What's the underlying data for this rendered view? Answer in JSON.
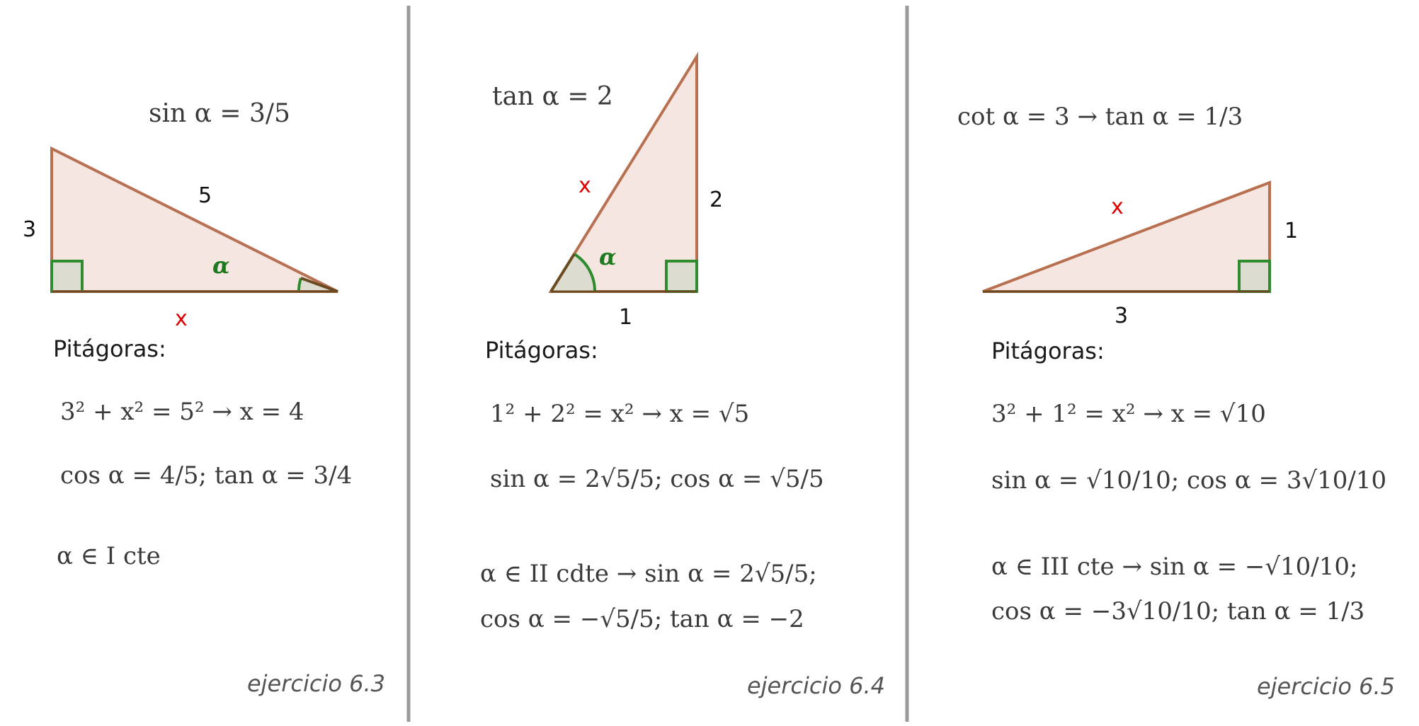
{
  "colors": {
    "triangle_fill": "#f6e6e1",
    "triangle_stroke": "#b87050",
    "corner_fill": "#dcdcd0",
    "corner_stroke": "#2e8b2e",
    "angle_stroke": "#2e8b2e",
    "leg_dark": "#6a4a20",
    "unknown_label": "#e00000",
    "divider": "#9a9a9a"
  },
  "panels": [
    {
      "given": "sin α = 3/5",
      "labels": {
        "leg_a": "3",
        "hyp": "5",
        "unknown": "x",
        "angle": "α"
      },
      "pythagoras_title": "Pitágoras:",
      "lines": [
        "3² + x² = 5²  →  x = 4",
        "cos α = 4/5;     tan α = 3/4",
        "α ∈ I  cte"
      ],
      "footer": "ejercicio 6.3"
    },
    {
      "given": "tan α = 2",
      "labels": {
        "unknown": "x",
        "leg_a": "2",
        "leg_b": "1",
        "angle": "α"
      },
      "pythagoras_title": "Pitágoras:",
      "lines": [
        "1² + 2² = x²  →  x = √5",
        "sin α = 2√5/5;     cos α = √5/5",
        "α ∈ II  cdte  →  sin α = 2√5/5;",
        "cos α = −√5/5;     tan α = −2"
      ],
      "footer": "ejercicio 6.4"
    },
    {
      "given": "cot α = 3  →  tan α = 1/3",
      "labels": {
        "unknown": "x",
        "leg_a": "1",
        "leg_b": "3"
      },
      "pythagoras_title": "Pitágoras:",
      "lines": [
        "3² + 1² = x²  →  x = √10",
        "sin α = √10/10;     cos α = 3√10/10",
        "α ∈ III  cte  → sin α = −√10/10;",
        "cos α = −3√10/10;     tan α = 1/3"
      ],
      "footer": "ejercicio 6.5"
    }
  ]
}
